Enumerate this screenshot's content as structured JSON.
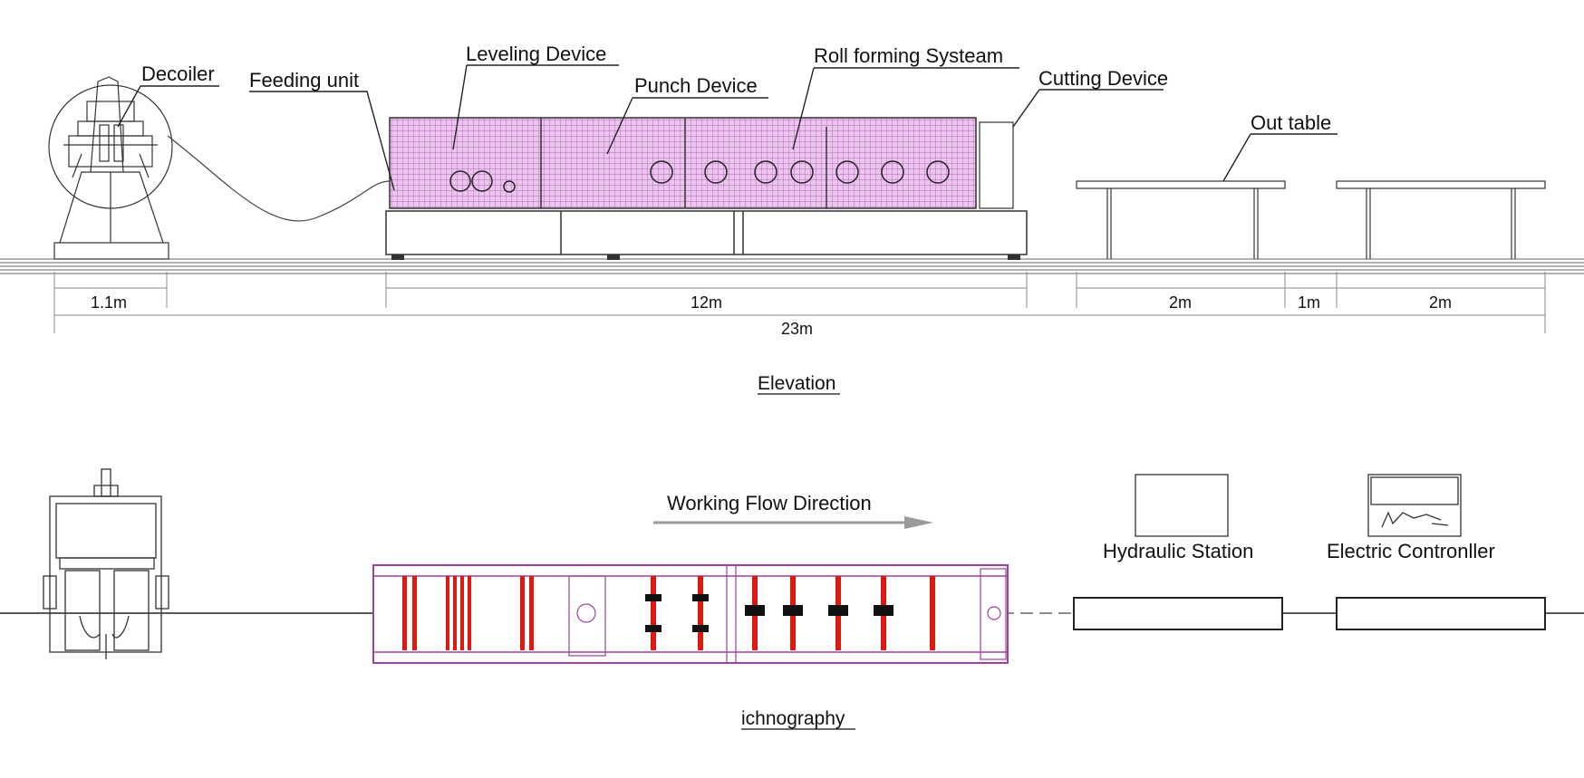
{
  "elevation": {
    "callouts": {
      "decoiler": "Decoiler",
      "feeding_unit": "Feeding unit",
      "leveling_device": "Leveling Device",
      "punch_device": "Punch Device",
      "roll_forming": "Roll forming Systeam",
      "cutting_device": "Cutting Device",
      "out_table": "Out table"
    },
    "dimensions": {
      "decoiler_len": "1.1m",
      "machine_len": "12m",
      "table1_len": "2m",
      "gap_len": "1m",
      "table2_len": "2m",
      "total_len": "23m"
    },
    "caption": "Elevation"
  },
  "plan": {
    "flow_label": "Working Flow Direction",
    "hydraulic_station": "Hydraulic Station",
    "electric_controller": "Electric Contronller",
    "caption": "ichnography"
  },
  "colors": {
    "line": "#333333",
    "machine_fill": "#e8b8ec",
    "machine_grid": "#9b3aa0",
    "plan_frame": "#a0409e",
    "roller_red": "#dd1a10",
    "flow_arrow": "#9a9a9a"
  }
}
